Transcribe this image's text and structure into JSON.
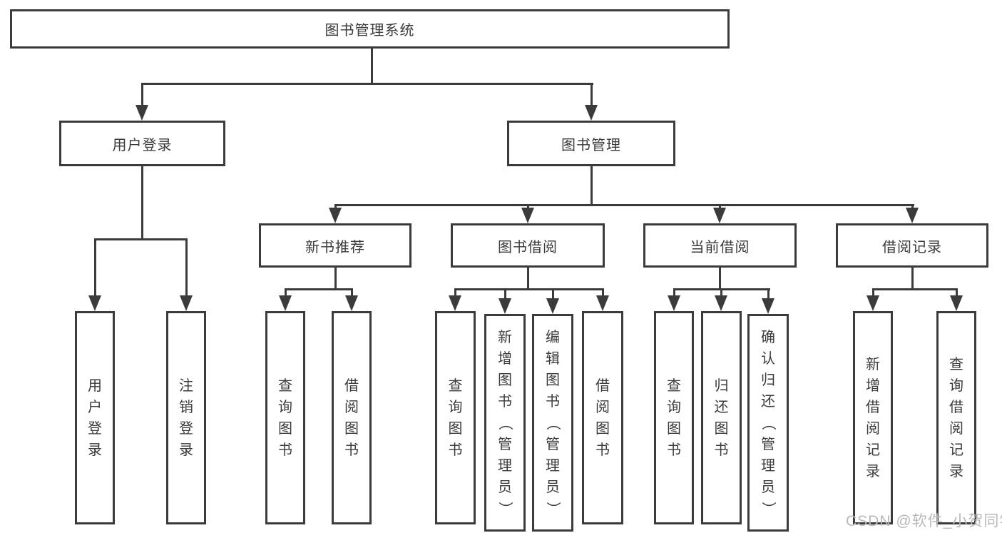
{
  "diagram": {
    "root": {
      "label": "图书管理系统"
    },
    "level2": [
      {
        "label": "用户登录"
      },
      {
        "label": "图书管理"
      }
    ],
    "level3": [
      {
        "label": "新书推荐"
      },
      {
        "label": "图书借阅"
      },
      {
        "label": "当前借阅"
      },
      {
        "label": "借阅记录"
      }
    ],
    "leaves": {
      "user_login": [
        "用户登录",
        "注销登录"
      ],
      "new_books": [
        "查询图书",
        "借阅图书"
      ],
      "book_borrow": [
        "查询图书",
        "新增图书（管理员）",
        "编辑图书（管理员）",
        "借阅图书"
      ],
      "current_borrow": [
        "查询图书",
        "归还图书",
        "确认归还（管理员）"
      ],
      "borrow_records": [
        "新增借阅记录",
        "查询借阅记录"
      ]
    }
  },
  "watermark": "CSDN @软件_小贺同学",
  "colors": {
    "line": "#3b3b3b",
    "text": "#3a3a3a",
    "watermark": "#b9b9b9",
    "background": "#ffffff"
  }
}
